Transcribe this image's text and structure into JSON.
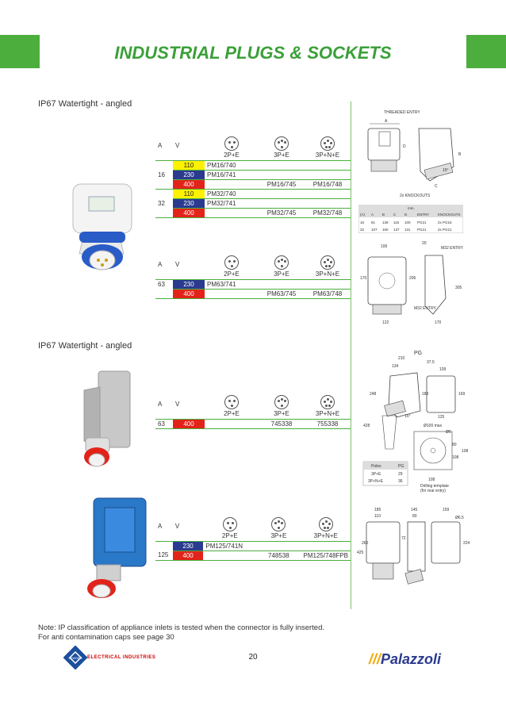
{
  "title": "INDUSTRIAL PLUGS & SOCKETS",
  "section1": "IP67 Watertight - angled",
  "section2": "IP67 Watertight - angled",
  "hdr": {
    "a": "A",
    "v": "V",
    "p1": "2P+E",
    "p2": "3P+E",
    "p3": "3P+N+E"
  },
  "t1": [
    {
      "a": "",
      "v": "110",
      "c": "y",
      "p1": "PM16/740",
      "p2": "",
      "p3": ""
    },
    {
      "a": "16",
      "v": "230",
      "c": "b",
      "p1": "PM16/741",
      "p2": "",
      "p3": ""
    },
    {
      "a": "",
      "v": "400",
      "c": "r",
      "p1": "",
      "p2": "PM16/745",
      "p3": "PM16/748"
    },
    {
      "a": "",
      "v": "110",
      "c": "y",
      "p1": "PM32/740",
      "p2": "",
      "p3": ""
    },
    {
      "a": "32",
      "v": "230",
      "c": "b",
      "p1": "PM32/741",
      "p2": "",
      "p3": ""
    },
    {
      "a": "",
      "v": "400",
      "c": "r",
      "p1": "",
      "p2": "PM32/745",
      "p3": "PM32/748"
    }
  ],
  "t2": [
    {
      "a": "63",
      "v": "230",
      "c": "b",
      "p1": "PM63/741",
      "p2": "",
      "p3": ""
    },
    {
      "a": "",
      "v": "400",
      "c": "r",
      "p1": "",
      "p2": "PM63/745",
      "p3": "PM63/748"
    }
  ],
  "t3": [
    {
      "a": "63",
      "v": "400",
      "c": "r",
      "p1": "",
      "p2": "745338",
      "p3": "755338"
    }
  ],
  "t4": [
    {
      "a": "",
      "v": "230",
      "c": "b",
      "p1": "PM125/741N",
      "p2": "",
      "p3": ""
    },
    {
      "a": "125",
      "v": "400",
      "c": "r",
      "p1": "",
      "p2": "748538",
      "p3": "PM125/748FPB"
    }
  ],
  "d1": {
    "threaded": "THREADED ENTRY",
    "a": "A",
    "b": "B",
    "c": "C",
    "d": "D",
    "angle": "15°",
    "knock": "2x KNOCKOUTS",
    "th": [
      "(A)",
      "A",
      "B",
      "C",
      "D",
      "ENTRY",
      "KNOCKOUTS"
    ],
    "unit": "mm.",
    "rows": [
      [
        "16",
        "81",
        "139",
        "115",
        "100",
        "PG21",
        "2x PG16"
      ],
      [
        "32",
        "107",
        "160",
        "137",
        "131",
        "PG21",
        "2x PG21"
      ]
    ]
  },
  "d2": {
    "w": "100",
    "g": "20",
    "h": "170",
    "mid": "206",
    "r": "305",
    "bot1": "122",
    "bot2": "170",
    "m32a": "M32 ENTRY",
    "m32b": "M32 ENTRY"
  },
  "d3": {
    "pg": "PG",
    "a": "210",
    "b": "37.5",
    "c": "134",
    "d": "109",
    "e": "248",
    "f": "428",
    "g": "183",
    "h": "169",
    "ang": "15°",
    "i": "125",
    "diam": "Ø100 max",
    "j": "Ø5",
    "k": "80",
    "l": "108",
    "m": "108",
    "n": "108",
    "poles": "Poles",
    "pgh": "PG",
    "r1": [
      "3P+E",
      "29"
    ],
    "r2": [
      "3P+N+E",
      "36"
    ],
    "tmpl1": "Drilling template",
    "tmpl2": "(for rear entry)"
  },
  "d4": {
    "a": "185",
    "b": "145",
    "c": "159",
    "d": "110",
    "e": "80",
    "f": "Ø6.5",
    "g": "425",
    "h": "260",
    "i": "72",
    "j": "224"
  },
  "note1": "Note:  IP classification of appliance inlets is tested when the connector is fully inserted.",
  "note2": "For anti contamination caps see page 30",
  "page": "20",
  "brand1": "LEWDEN",
  "brand1sub": "ELECTRICAL INDUSTRIES",
  "brand2": "Palazzoli"
}
